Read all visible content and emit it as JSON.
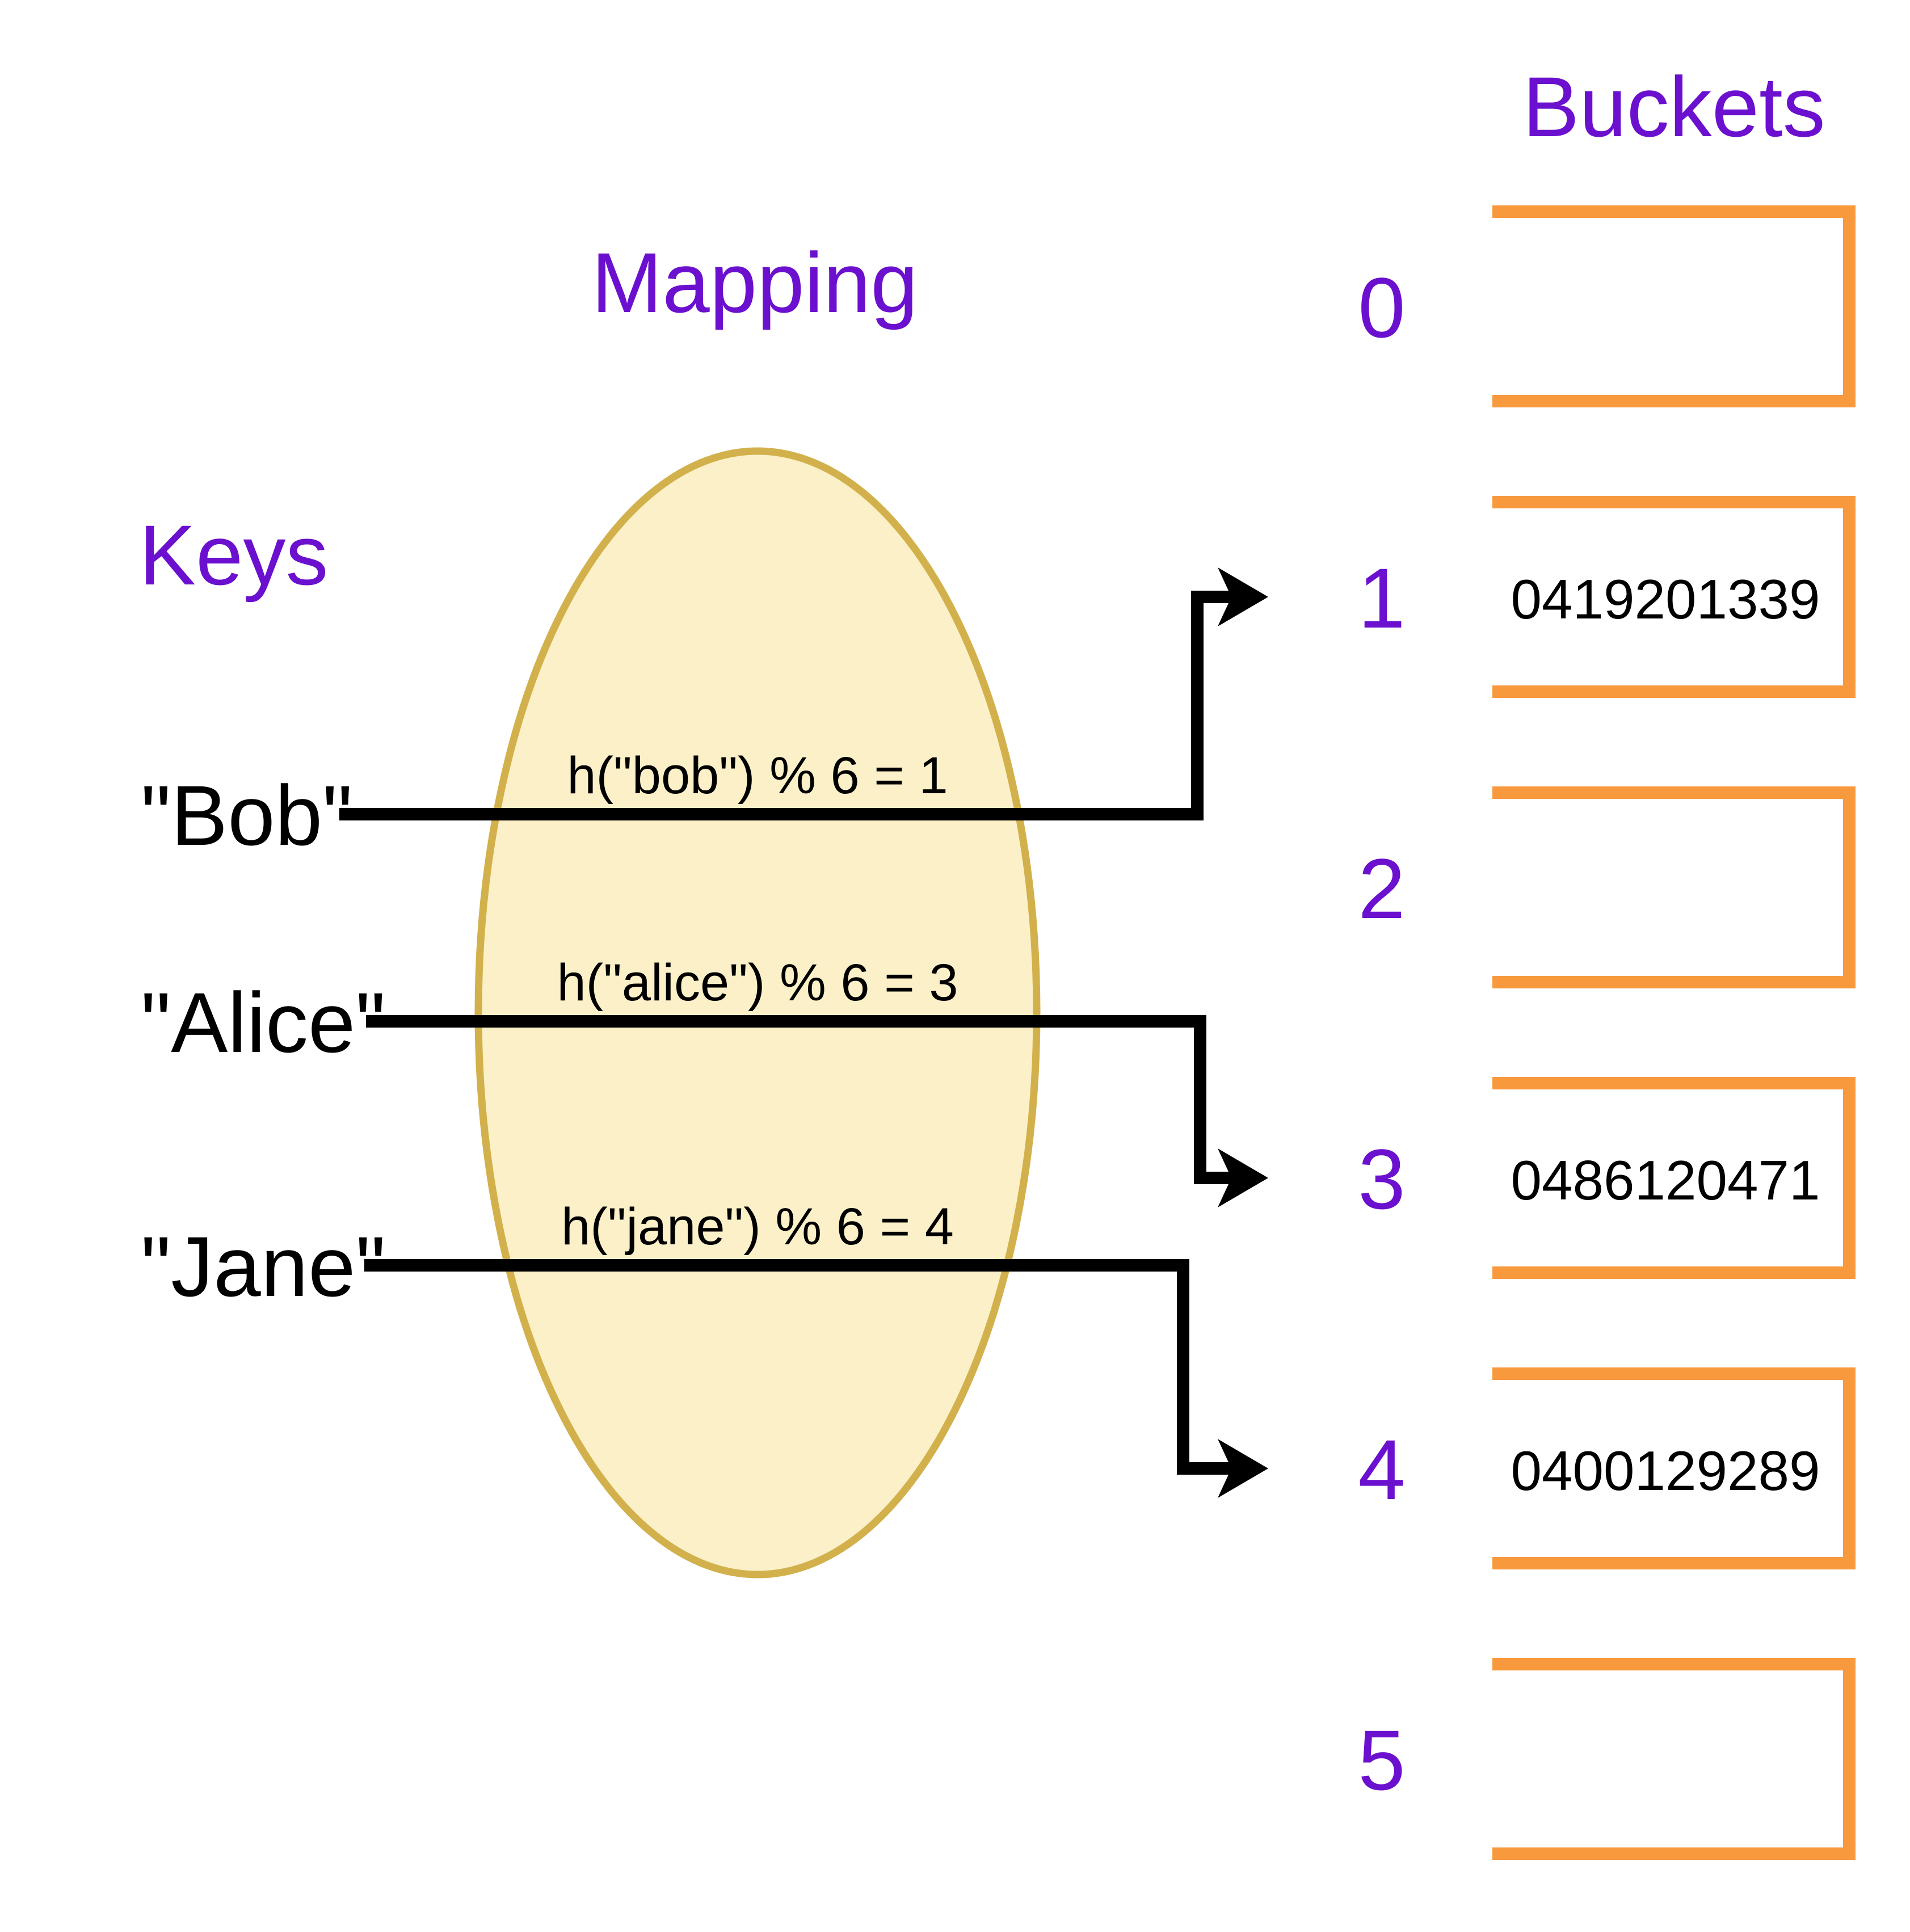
{
  "title": "Hash table key-to-bucket mapping diagram",
  "colors": {
    "heading": "#6B10CE",
    "connector": "#000000",
    "box_border": "#F8993E",
    "ellipse_fill": "#FBF0C7",
    "ellipse_stroke": "#D2B14C",
    "text": "#000000",
    "background": "#FFFFFF"
  },
  "headings": {
    "keys": "Keys",
    "mapping": "Mapping",
    "buckets": "Buckets"
  },
  "keys": [
    {
      "name": "bob",
      "label": "\"Bob\"",
      "hash": "h(\"bob\") % 6 = 1",
      "bucket": "1"
    },
    {
      "name": "alice",
      "label": "\"Alice\"",
      "hash": "h(\"alice\") % 6 = 3",
      "bucket": "3"
    },
    {
      "name": "jane",
      "label": "\"Jane\"",
      "hash": "h(\"jane\") % 6 = 4",
      "bucket": "4"
    }
  ],
  "buckets": [
    {
      "index": "0",
      "value": ""
    },
    {
      "index": "1",
      "value": "0419201339"
    },
    {
      "index": "2",
      "value": ""
    },
    {
      "index": "3",
      "value": "0486120471"
    },
    {
      "index": "4",
      "value": "0400129289"
    },
    {
      "index": "5",
      "value": ""
    }
  ]
}
